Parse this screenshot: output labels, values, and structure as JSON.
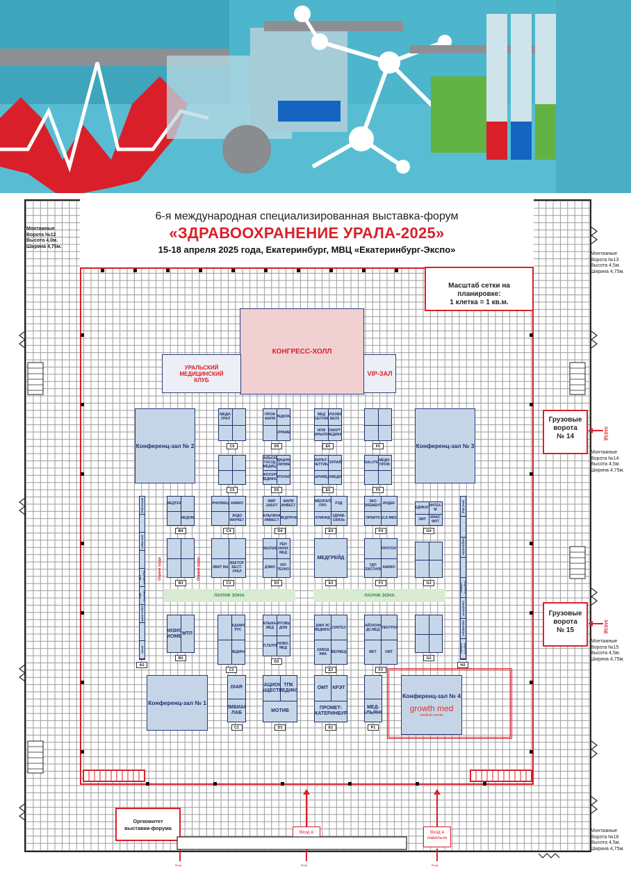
{
  "header": {
    "line1": "6-я международная специализированная выставка-форум",
    "line2": "«ЗДРАВООХРАНЕНИЕ УРАЛА-2025»",
    "line3": "15-18 апреля 2025 года, Екатеринбург, МВЦ «Екатеринбург-Экспо»"
  },
  "scale_note": {
    "line1": "Масштаб сетки на планировке:",
    "line2": "1 клетка = 1 кв.м."
  },
  "gates": {
    "g12": [
      "Монтажные",
      "Ворота №12",
      "Высота 4,0м.",
      "Ширина 4,75м."
    ],
    "g13": [
      "Монтажные",
      "Ворота №13",
      "Высота 4,5м.",
      "Ширина 4,75м."
    ],
    "g14": [
      "Монтажные",
      "Ворота №14",
      "Высота 4,5м.",
      "Ширина 4,75м."
    ],
    "g15": [
      "Монтажные",
      "Ворота №15",
      "Высота 4,5м.",
      "Ширина 4,75м."
    ],
    "g16": [
      "Монтажные",
      "Ворота №16",
      "Высота 4,5м.",
      "Ширина 4,75м."
    ]
  },
  "cargo": {
    "g14": [
      "Грузовые",
      "ворота",
      "№ 14"
    ],
    "g15": [
      "Грузовые",
      "ворота",
      "№ 15"
    ],
    "entry_sign": "ЗАЕЗД"
  },
  "halls": {
    "congress": "КОНГРЕСС-ХОЛЛ",
    "ural_club": "УРАЛЬСКИЙ МЕДИЦИНСКИЙ КЛУБ",
    "vip": "VIP-ЗАЛ",
    "conf1": "Конференц-зал № 1",
    "conf2": "Конференц-зал № 2",
    "conf3": "Конференц-зал № 3",
    "conf4": "Конференц-зал № 4"
  },
  "sponsor_logo": {
    "name": "growth med",
    "tagline": "medical events"
  },
  "lounge": "ЛАУНЖ ЗОНА",
  "lounge2": "ЛАУНЖ ЗОНА",
  "pass_label": "Охрана труда",
  "pass_label2": "Охрана труда",
  "orgcommittee": "Оргкомитет выставки-форума",
  "entrances": [
    "Вход в павильон",
    "Вход в павильон"
  ],
  "exit_mark": "Вход",
  "booths": [
    {
      "label": "C6",
      "cells": [
        "МЕДИ-УРАЛ",
        "",
        "",
        ""
      ]
    },
    {
      "label": "D6",
      "cells": [
        "ПРОФ ФАРМ",
        "МЕДКОМ",
        "",
        "ТЕРРАМЕД"
      ]
    },
    {
      "label": "E6",
      "cells": [
        "МЕД АСЕПТИКА",
        "ПЛАЗМА БЕЛЗ",
        "НПФ КРЫЛО",
        "СМАРТ МЕДИКА"
      ]
    },
    {
      "label": "F6",
      "cells": [
        "",
        "",
        "",
        ""
      ]
    },
    {
      "label": "C5",
      "cells": [
        "",
        "",
        "",
        ""
      ]
    },
    {
      "label": "D5",
      "cells": [
        "УРАЛЬСКИЙ ГОСУД. МЕДИЦ.",
        "МЕДИЦИНСК. ДЕЗИНФЕК.",
        "ЭКОСЕРВ МЕДИКАЛ",
        "АЭРОЛАЙН"
      ]
    },
    {
      "label": "E5",
      "cells": [
        "БИЛЬТ-ФЕТТИКА",
        "СТЕРЛАЙФ",
        "ВЕРИМЕД",
        "БИОМЕДИКА"
      ]
    },
    {
      "label": "F5",
      "cells": [
        "SALUTE",
        "МЕДИ-ПРОФ",
        "",
        ""
      ]
    },
    {
      "label": "B4",
      "cells": [
        "МЕДТЕХ",
        "",
        "",
        "МЕДОМ"
      ]
    },
    {
      "label": "C4",
      "cells": [
        "ИННОВАЦ.",
        "АМИКО",
        "",
        "ЭНДО МАРКЕТ"
      ]
    },
    {
      "label": "D4",
      "cells": [
        "МИР ЗАБОТ",
        "ФАРМ ИНВЕСТ",
        "АЛЬПИНА ИМВЕСТ",
        "МЕДПРОФ"
      ]
    },
    {
      "label": "E4",
      "cells": [
        "ГОМЕОПАТИЯ ПРО",
        "РЭД",
        "КЛИНИД",
        "ЗДРАВ-СВЯЗЬ"
      ]
    },
    {
      "label": "F4",
      "cells": [
        "ЭКО ЭЛЕМЕНТ",
        "ИНДЕК",
        "ОРБИТА",
        "ELS-MED"
      ]
    },
    {
      "label": "G4",
      "cells": [
        "МЕДИКАЛЬ",
        "ИНТЕХ-М",
        "ЭМТ",
        "МАКС ФИТ"
      ]
    },
    {
      "label": "B3",
      "cells": [
        "",
        "",
        "",
        ""
      ]
    },
    {
      "label": "C3",
      "cells": [
        "",
        "",
        "ЭВИТ МА",
        "ВЕКТОР БЕСТ-УРАЛ"
      ]
    },
    {
      "label": "D3",
      "cells": [
        "ЭКОЛАБ",
        "РЕН ИННИ МЕД",
        "ДЭМО",
        "ЮЛ ТЕХНО"
      ]
    },
    {
      "label": "E3",
      "cells": [
        "МЕДГРЕЙД"
      ]
    },
    {
      "label": "F3",
      "cells": [
        "",
        "ПРОТОН",
        "ТДП ТЕКСТИЛЬ",
        "АМИКО"
      ]
    },
    {
      "label": "G3",
      "cells": [
        "",
        "",
        "",
        ""
      ]
    },
    {
      "label": "B2",
      "cells": [
        "ФИЗИО-БИОМЕД",
        "МТЛ"
      ]
    },
    {
      "label": "C2",
      "cells": [
        "",
        "АДАМИ РУС",
        "",
        "МЕДИН+"
      ]
    },
    {
      "label": "D2",
      "cells": [
        "АЛЬФА-МЕД",
        "ТОРГОВЫЙ ДОМ",
        "С.П.ГЕЛПИК",
        "НОВО-МЕД"
      ]
    },
    {
      "label": "E2",
      "cells": [
        "ДЖИ ЭС МЕДИКАЛ",
        "СИНТЕЗ",
        "ЗАВОД ЭМА",
        "ВЕЛМЕД"
      ]
    },
    {
      "label": "F2",
      "cells": [
        "ВАЙЗХОФФ ДС.МЕД",
        "ЭЛЕКТРОН",
        "МЕТ",
        "ОМТ"
      ]
    },
    {
      "label": "G2",
      "cells": [
        "",
        "",
        "",
        ""
      ]
    },
    {
      "label": "C1",
      "cells": [
        "DIAR",
        "ИМБИАН ЛАБ"
      ]
    },
    {
      "label": "D1",
      "cells": [
        "НАЦИОН. ОБЩЕСТВО",
        "ТПК МЕДИКО",
        "МОТИВ"
      ]
    },
    {
      "label": "E1",
      "cells": [
        "ОМТ",
        "КРЭТ",
        "ПРОМЕТ-ЕКАТЕРИНБУРГ"
      ]
    },
    {
      "label": "P1",
      "cells": [
        "",
        "МЕД-АЛЬЯНС"
      ]
    }
  ],
  "strips": {
    "A2": {
      "label": "A2",
      "cells": [
        "ВИТАМ МЕД",
        "",
        "ЭКОСФЕРА",
        "",
        "МЕДИЦИНА ЛАБ",
        "ОНКОЛИС МЕД",
        "АЛЬТА ЛАЙФ",
        "",
        "ПРОФ"
      ]
    },
    "H2": {
      "label": "H2",
      "cells": [
        "МАКС МЕД",
        "",
        "МЕДТЕХНИКА",
        "",
        "МЕДТРАНС СЕРВИС",
        "ЛАБОРАТОР",
        "ИННОВАЦИИ",
        "МЕДИКАЛ СЕРВИС"
      ]
    }
  }
}
